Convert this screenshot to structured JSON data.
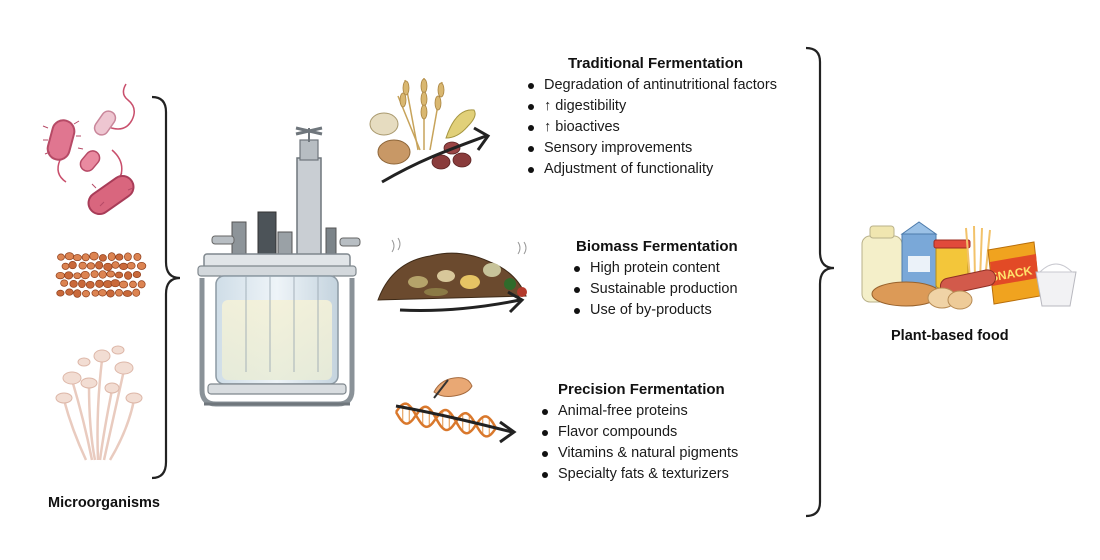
{
  "labels": {
    "microorganisms": "Microorganisms",
    "plant_based_food": "Plant-based food"
  },
  "sections": {
    "traditional": {
      "title": "Traditional Fermentation",
      "items": [
        "Degradation of antinutritional factors",
        "↑ digestibility",
        "↑ bioactives",
        "Sensory improvements",
        "Adjustment of functionality"
      ]
    },
    "biomass": {
      "title": "Biomass Fermentation",
      "items": [
        "High protein content",
        "Sustainable production",
        "Use of by-products"
      ]
    },
    "precision": {
      "title": "Precision Fermentation",
      "items": [
        "Animal-free proteins",
        "Flavor compounds",
        "Vitamins & natural pigments",
        "Specialty fats & texturizers"
      ]
    }
  },
  "food_icons": {
    "snack_text": "SNACK"
  },
  "colors": {
    "bacteria": "#d9667e",
    "yeast": "#c9693a",
    "fungi": "#e8c8bd",
    "bracket": "#222222",
    "arrow": "#222222",
    "dna_orange": "#d9782c"
  }
}
